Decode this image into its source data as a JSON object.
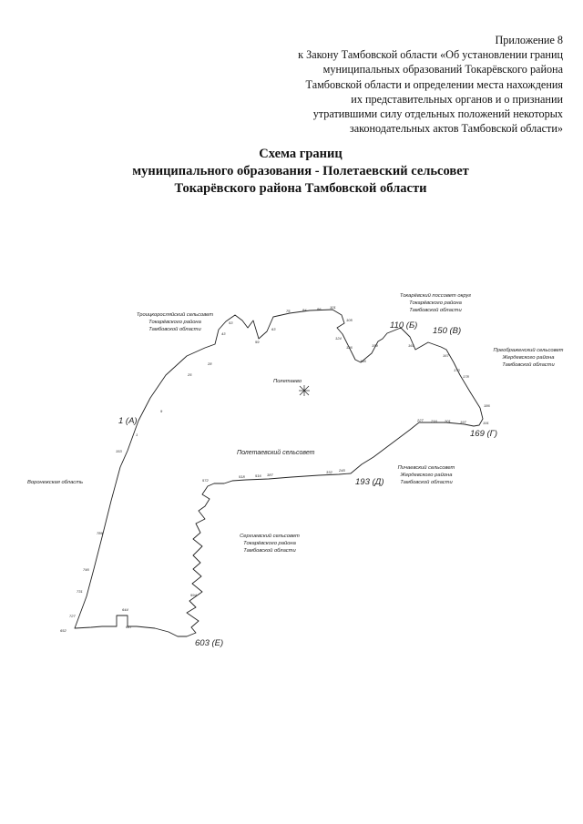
{
  "appendix": {
    "lines": [
      "Приложение 8",
      "к Закону Тамбовской области «Об установлении границ",
      "муниципальных образований Токарёвского района",
      "Тамбовской области и определении места нахождения",
      "их представительных органов и о признании",
      "утратившими силу отдельных положений некоторых",
      "законодательных актов Тамбовской области»"
    ]
  },
  "title": {
    "lines": [
      "Схема границ",
      "муниципального образования - Полетаевский сельсовет",
      "Токарёвского района Тамбовской области"
    ]
  },
  "map": {
    "center_label": "Полетаевский сельсовет",
    "village": "Полетаево",
    "neighbors": {
      "nw": [
        "Троицкоросляйский сельсовет",
        "Токарёвского района",
        "Тамбовской области"
      ],
      "ne": [
        "Токарёвский поссовет округ",
        "Токарёвского района",
        "Тамбовской области"
      ],
      "e": [
        "Преображенский сельсовет",
        "Жердевского района",
        "Тамбовской области"
      ],
      "se": [
        "Пичаевский сельсовет",
        "Жердевского района",
        "Тамбовской области"
      ],
      "s": [
        "Сергиевский сельсовет",
        "Токарёвского района",
        "Тамбовской области"
      ],
      "w": "Воронежская область"
    },
    "vertices": {
      "a": "1 (А)",
      "b": "110 (Б)",
      "v": "150 (В)",
      "g": "169 (Г)",
      "d": "193 (Д)",
      "e": "603 (Е)"
    },
    "points": [
      "1",
      "9",
      "153",
      "25",
      "28",
      "43",
      "53",
      "59",
      "63",
      "75",
      "84",
      "86",
      "101",
      "105",
      "124",
      "126",
      "146",
      "159",
      "164",
      "167",
      "173",
      "178",
      "186",
      "191",
      "197",
      "201",
      "216",
      "227",
      "245",
      "332",
      "387",
      "516",
      "518",
      "572",
      "594",
      "644",
      "647",
      "652",
      "727",
      "731",
      "746",
      "789"
    ]
  }
}
